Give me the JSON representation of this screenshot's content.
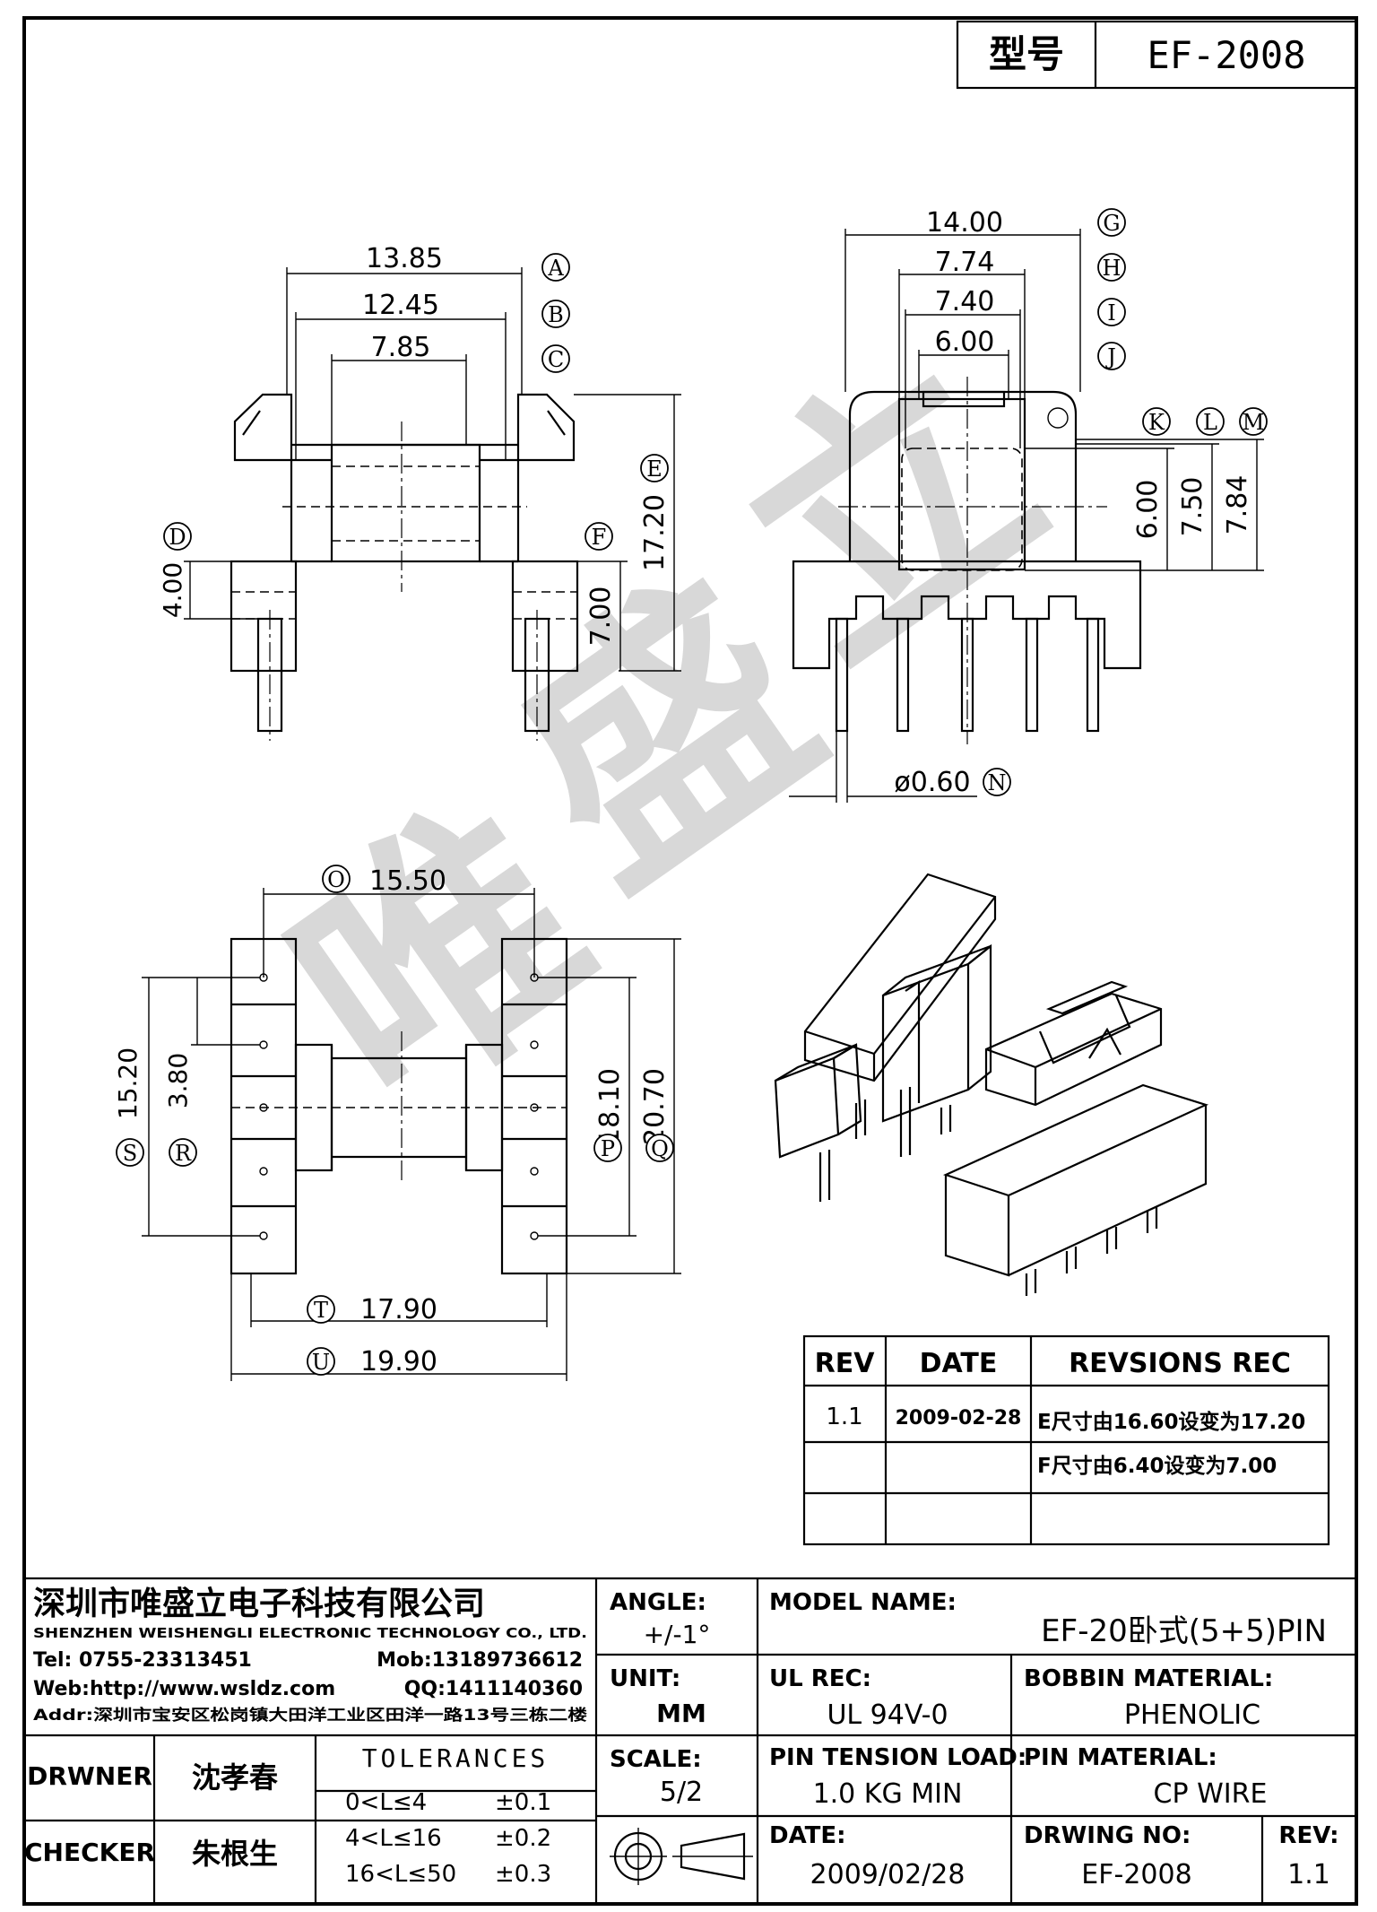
{
  "header": {
    "model_label": "型号",
    "model_value": "EF-2008"
  },
  "watermark": [
    "唯",
    "盛",
    "立"
  ],
  "dims": {
    "A": "13.85",
    "B": "12.45",
    "C": "7.85",
    "D": "4.00",
    "E": "17.20",
    "F": "7.00",
    "G": "14.00",
    "H": "7.74",
    "I": "7.40",
    "J": "6.00",
    "K": "6.00",
    "L": "7.50",
    "M": "7.84",
    "N": "ø0.60",
    "O": "15.50",
    "P": "18.10",
    "Q": "20.70",
    "R": "3.80",
    "S": "15.20",
    "T": "17.90",
    "U": "19.90"
  },
  "revision_table": {
    "headers": [
      "REV",
      "DATE",
      "REVSIONS REC"
    ],
    "rows": [
      {
        "rev": "1.1",
        "date": "2009-02-28",
        "rec1": "E尺寸由16.60设变为17.20",
        "rec2": "F尺寸由6.40设变为7.00"
      }
    ]
  },
  "company": {
    "name_cn": "深圳市唯盛立电子科技有限公司",
    "name_en": "SHENZHEN WEISHENGLI ELECTRONIC TECHNOLOGY CO., LTD.",
    "tel": "Tel: 0755-23313451",
    "mob": "Mob:13189736612",
    "web": "Web:http://www.wsldz.com",
    "qq": "QQ:1411140360",
    "addr": "Addr:深圳市宝安区松岗镇大田洋工业区田洋一路13号三栋二楼"
  },
  "title_block": {
    "angle_label": "ANGLE:",
    "angle_value": "+/-1°",
    "unit_label": "UNIT:",
    "unit_value": "MM",
    "scale_label": "SCALE:",
    "scale_value": "5/2",
    "model_name_label": "MODEL NAME:",
    "model_name_value": "EF-20卧式(5+5)PIN",
    "ul_label": "UL REC:",
    "ul_value": "UL 94V-0",
    "bobbin_label": "BOBBIN MATERIAL:",
    "bobbin_value": "PHENOLIC",
    "pin_tension_label": "PIN TENSION LOAD:",
    "pin_tension_value": "1.0 KG MIN",
    "pin_material_label": "PIN MATERIAL:",
    "pin_material_value": "CP WIRE",
    "date_label": "DATE:",
    "date_value": "2009/02/28",
    "drwing_label": "DRWING NO:",
    "drwing_value": "EF-2008",
    "rev_label": "REV:",
    "rev_value": "1.1",
    "drawer_label": "DRWNER",
    "drawer_value": "沈孝春",
    "checker_label": "CHECKER",
    "checker_value": "朱根生",
    "tolerances_label": "TOLERANCES",
    "tolerances": [
      {
        "range": "0<L≤4",
        "tol": "±0.1"
      },
      {
        "range": "4<L≤16",
        "tol": "±0.2"
      },
      {
        "range": "16<L≤50",
        "tol": "±0.3"
      }
    ]
  }
}
